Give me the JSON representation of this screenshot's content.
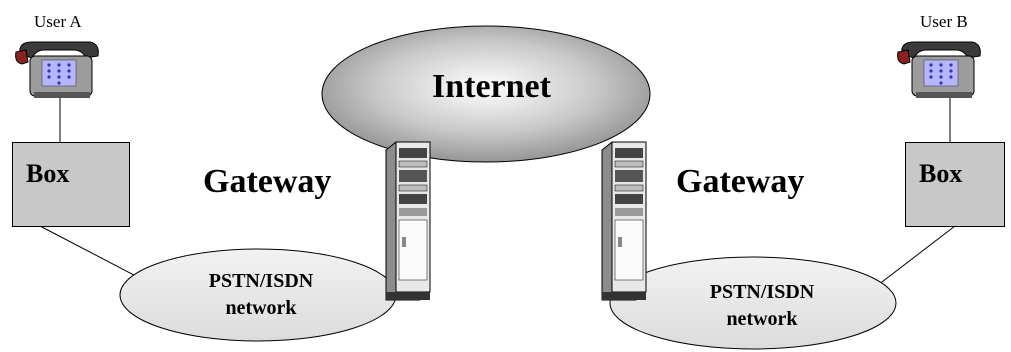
{
  "user_a": "User A",
  "user_b": "User B",
  "box_left": "Box",
  "box_right": "Box",
  "internet": "Internet",
  "gateway_left": "Gateway",
  "gateway_right": "Gateway",
  "pstn_left": {
    "line1": "PSTN/ISDN",
    "line2": "network"
  },
  "pstn_right": {
    "line1": "PSTN/ISDN",
    "line2": "network"
  }
}
